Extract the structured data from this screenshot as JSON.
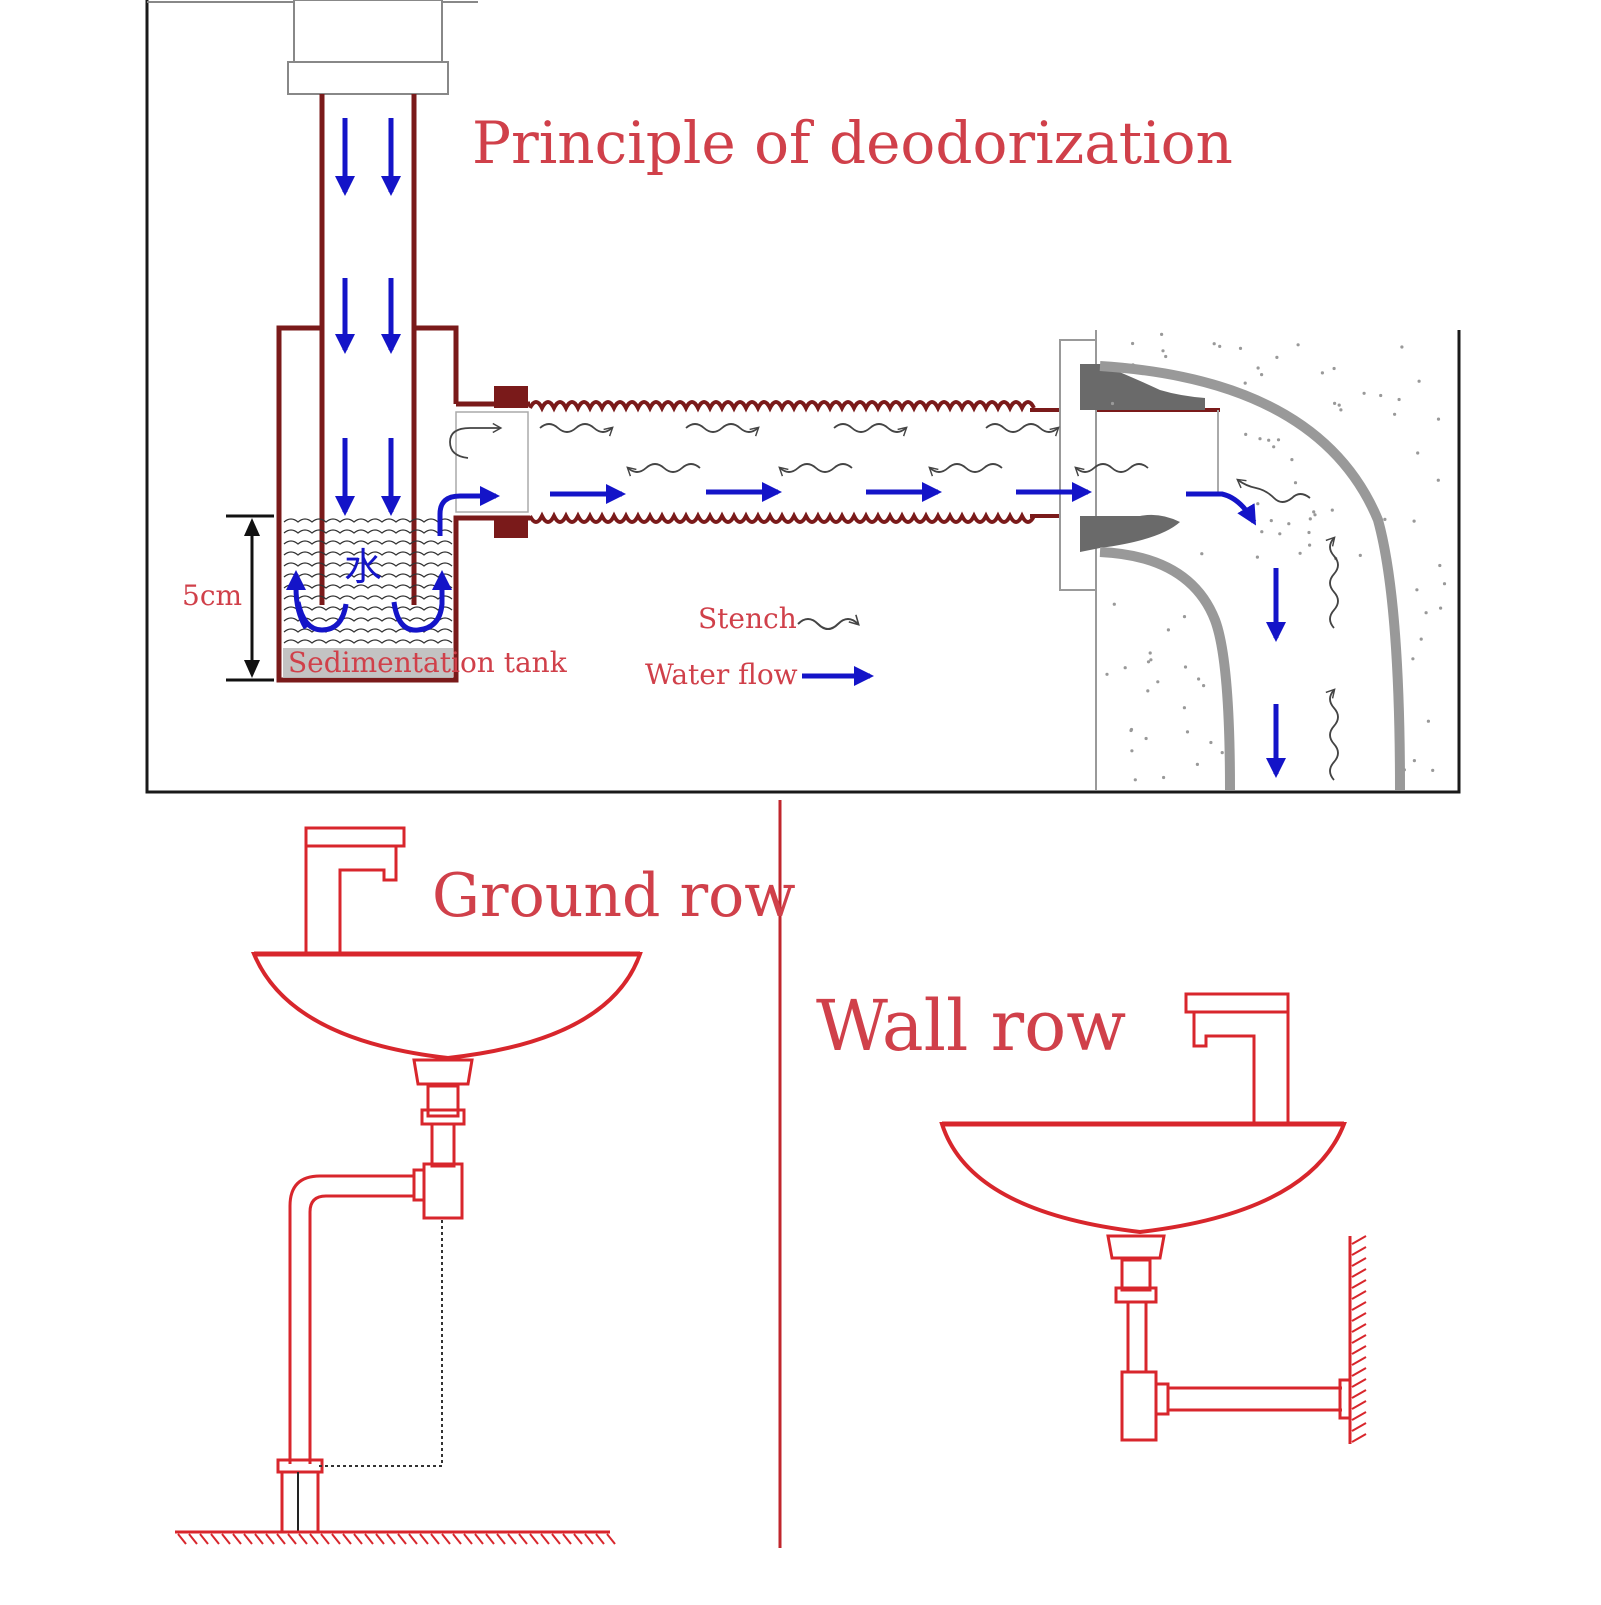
{
  "principle": {
    "title": "Principle of deodorization",
    "height_label": "5cm",
    "water_char": "水",
    "tank_label": "Sedimentation tank",
    "legend": {
      "stench_label": "Stench",
      "water_flow_label": "Water flow"
    }
  },
  "ground_row": {
    "title": "Ground row"
  },
  "wall_row": {
    "title": "Wall row"
  },
  "colors": {
    "pipe_dark_red": "#7a1a1a",
    "water_blue": "#1414c8",
    "label_red": "#d0404a",
    "fixture_red": "#d8262c",
    "frame_black": "#1a1a1a",
    "gasket_gray": "#6a6a6a"
  }
}
